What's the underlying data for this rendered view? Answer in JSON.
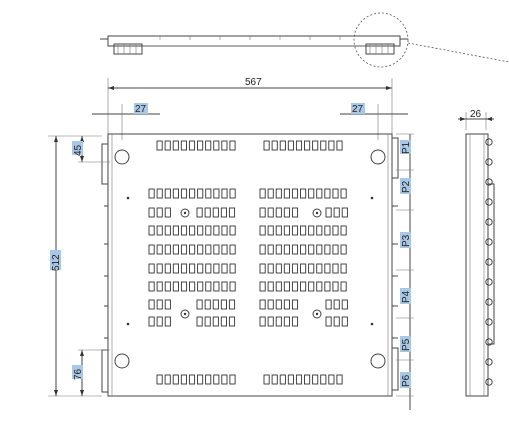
{
  "dimensions": {
    "width": "567",
    "offset_left": "27",
    "offset_right": "27",
    "height": "512",
    "top_gap": "45",
    "bottom_gap": "76",
    "depth": "26"
  },
  "positions": [
    "P1",
    "P2",
    "P3",
    "P4",
    "P5",
    "P6"
  ]
}
